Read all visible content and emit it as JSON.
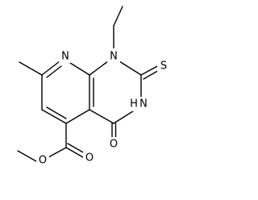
{
  "structure": {
    "atoms": {
      "N1": "N",
      "N8": "N",
      "S": "S",
      "N3": "N",
      "H3": "H",
      "O4": "O",
      "O_carbonyl": "O",
      "O_ester": "O"
    }
  }
}
